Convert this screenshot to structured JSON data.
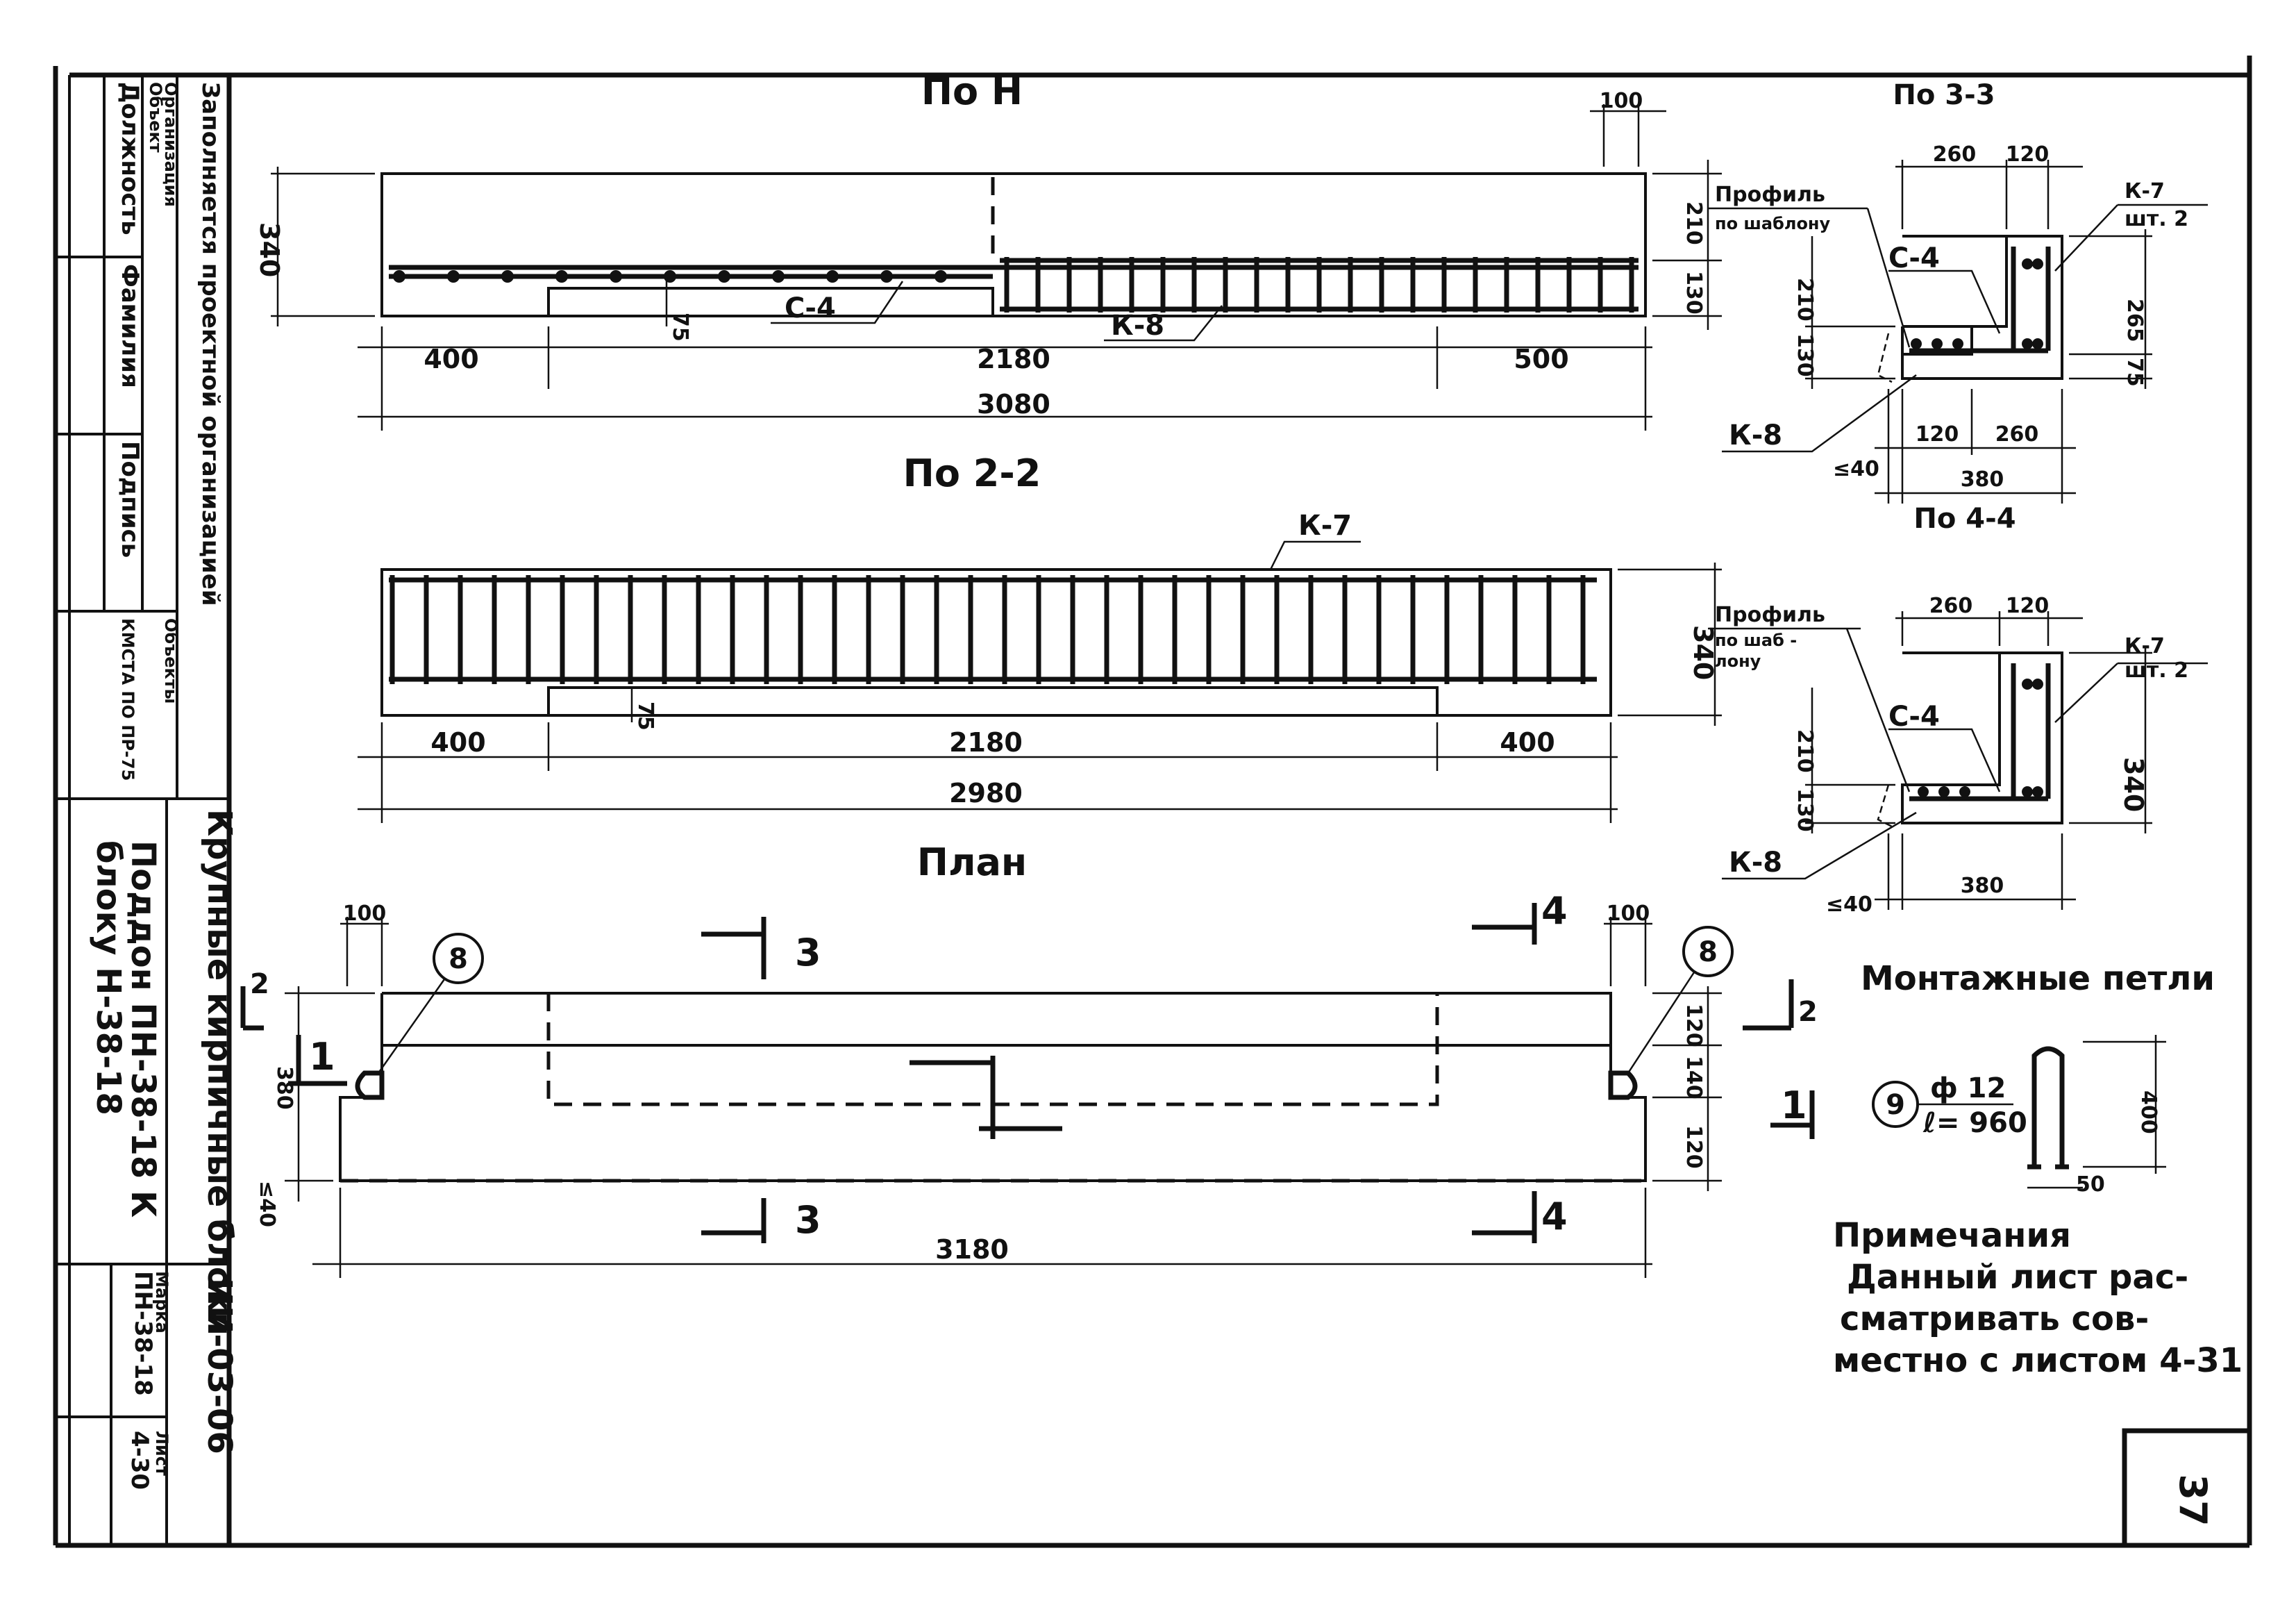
{
  "views": {
    "pon": {
      "title": "По Н",
      "dims": {
        "d400": "400",
        "d2180": "2180",
        "d500": "500",
        "d3080": "3080",
        "d100": "100",
        "h340": "340",
        "h210": "210",
        "h130": "130",
        "h75": "75"
      },
      "labels": {
        "c4": "С-4",
        "k8": "К-8"
      }
    },
    "p22": {
      "title": "По 2-2",
      "dims": {
        "d400a": "400",
        "d2180": "2180",
        "d400b": "400",
        "d2980": "2980",
        "h340": "340",
        "h75": "75"
      },
      "labels": {
        "k7": "К-7"
      }
    },
    "plan": {
      "title": "План",
      "dims": {
        "d100a": "100",
        "d100b": "100",
        "h380": "380",
        "h120a": "120",
        "h140": "140",
        "h120b": "120",
        "le40": "≤40",
        "d3180": "3180"
      },
      "marks": {
        "s3": "3",
        "s4": "4",
        "s2": "2",
        "s1": "1",
        "p8": "8"
      }
    },
    "p33": {
      "title": "По 3-3",
      "profile": "Профиль",
      "template": "по шаблону",
      "dims": {
        "d260": "260",
        "d120": "120",
        "h210": "210",
        "h130": "130",
        "h265": "265",
        "h75": "75",
        "b120": "120",
        "b260": "260",
        "b380": "380",
        "le40": "≤40"
      },
      "labels": {
        "k7": "К-7",
        "sht2": "шт. 2",
        "c4": "С-4",
        "k8": "К-8"
      }
    },
    "p44": {
      "title": "По 4-4",
      "profile": "Профиль",
      "template1": "по шаб -",
      "template2": "лону",
      "dims": {
        "d260": "260",
        "d120": "120",
        "h210": "210",
        "h130": "130",
        "h340": "340",
        "h340r": "340",
        "b380": "380",
        "le40": "≤40"
      },
      "labels": {
        "k7": "К-7",
        "sht2": "шт. 2",
        "c4": "С-4",
        "k8": "К-8"
      }
    }
  },
  "loops": {
    "title": "Монтажные петли",
    "mark": "9",
    "dia": "ф 12",
    "len": "ℓ= 960",
    "h400": "400",
    "d50": "50"
  },
  "notes": {
    "heading": "Примечания",
    "lines": [
      "Данный лист рас-",
      "сматривать сов-",
      "местно с листом 4-31"
    ]
  },
  "stamp": {
    "fill_by": "Заполняется проектной организацией",
    "org": "Организация",
    "object": "Объект",
    "object2": "Объекты",
    "position": "Должность",
    "surname": "Фамилия",
    "signature": "Подпись",
    "kmsta": "КМСТА ПО ПР-75",
    "series": "Крупные кирпичные блоки",
    "code": "ИИ-03-06",
    "part_name1": "Поддон ПН-38-18 К",
    "part_name2": "блоку Н-38-18",
    "mark_label": "Марка",
    "mark_value": "ПН-38-18",
    "sheet_label": "Лист",
    "sheet_value": "4-30"
  },
  "page_number": "37"
}
